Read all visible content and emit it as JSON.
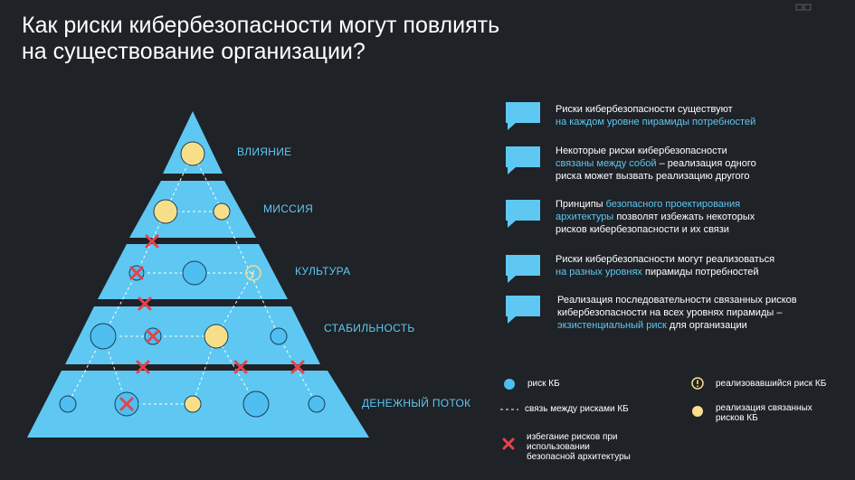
{
  "title": {
    "line1": "Как риски кибербезопасности могут повлиять",
    "line2": "на существование организации?"
  },
  "pyramid": {
    "tiers": [
      "ВЛИЯНИЕ",
      "МИССИЯ",
      "КУЛЬТУРА",
      "СТАБИЛЬНОСТЬ",
      "ДЕНЕЖНЫЙ ПОТОК"
    ]
  },
  "info": [
    {
      "p1": "Риски кибербезопасности существуют",
      "h1": "на каждом уровне пирамиды потребностей",
      "p2": ""
    },
    {
      "p1": "Некоторые риски кибербезопасности",
      "h1": "связаны между собой",
      "p2": " – реализация одного риска может вызвать реализацию другого"
    },
    {
      "p1": "Принципы ",
      "h1": "безопасного проектирования архитектуры",
      "p2": " позволят избежать некоторых рисков кибербезопасности и их связи"
    },
    {
      "p1": "Риски кибербезопасности могут реализоваться",
      "h1": "на разных уровнях",
      "p2": " пирамиды потребностей"
    },
    {
      "p1": "Реализация последовательности связанных рисков кибербезопасности на всех уровнях пирамиды –",
      "h1": "экзистенциальный риск",
      "p2": " для организации"
    }
  ],
  "legend": {
    "risk": "риск КБ",
    "link": "связь между рисками КБ",
    "avoid": "избегание рисков при использовании безопасной архитектуры",
    "realized": "реализовавшийся риск КБ",
    "chain": "реализация связанных рисков КБ",
    "realized_glyph": "!"
  },
  "colors": {
    "background": "#1f2227",
    "pyramid": "#5ec8f2",
    "risk_fill": "#4fbef0",
    "risk_stroke": "#1a3d55",
    "realized_fill": "#f7df8a",
    "avoid_mark": "#e5434b",
    "text": "#ffffff",
    "highlight": "#5ec8f2"
  },
  "icons": [
    "speech-bubble-icon",
    "cross-icon",
    "exclamation-icon",
    "circle-icon"
  ]
}
